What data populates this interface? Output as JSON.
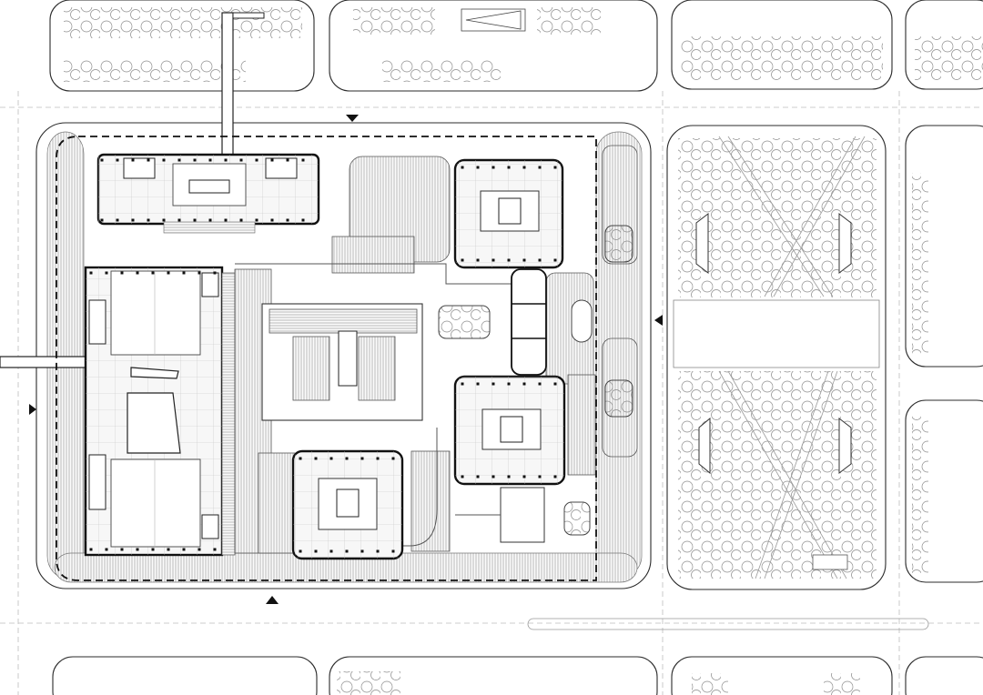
{
  "figure": {
    "kind": "architectural site plan",
    "colors": {
      "line": "#111111",
      "light_line": "#9a9a9a",
      "background": "#ffffff",
      "hatch": "#555555"
    }
  },
  "entrances": [
    {
      "name": "north-entrance-arrow",
      "direction": "down"
    },
    {
      "name": "east-entrance-arrow",
      "direction": "left"
    },
    {
      "name": "south-entrance-arrow",
      "direction": "up"
    },
    {
      "name": "west-entrance-arrow",
      "direction": "right"
    }
  ],
  "towers": [
    {
      "name": "tower-north"
    },
    {
      "name": "tower-east"
    },
    {
      "name": "tower-south"
    }
  ]
}
